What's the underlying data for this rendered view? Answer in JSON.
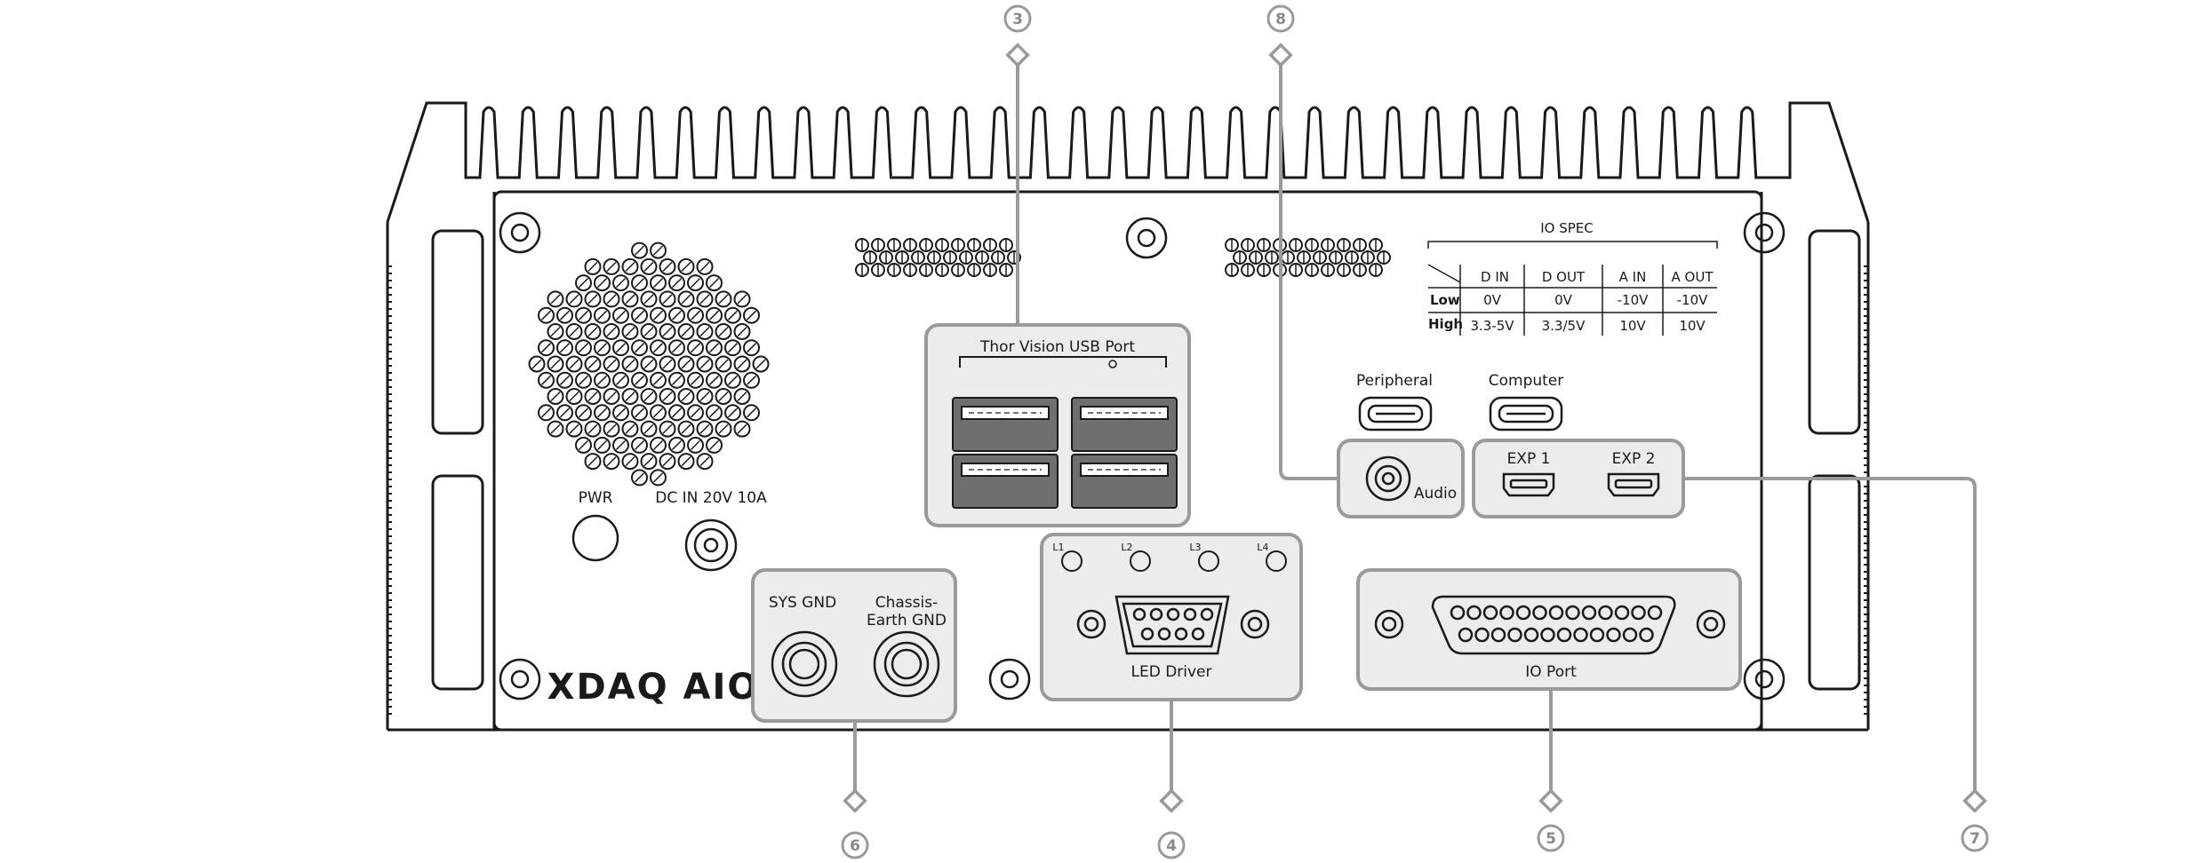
{
  "brand": "XDAQ AIO",
  "panels": {
    "usb": {
      "title": "Thor Vision USB Port"
    },
    "audio": {
      "label": "Audio"
    },
    "exp": {
      "port1": "EXP 1",
      "port2": "EXP 2"
    },
    "gnd": {
      "sys": "SYS GND",
      "chassis_line1": "Chassis-",
      "chassis_line2": "Earth GND"
    },
    "led": {
      "label": "LED Driver",
      "l1": "L1",
      "l2": "L2",
      "l3": "L3",
      "l4": "L4"
    },
    "io": {
      "label": "IO Port"
    }
  },
  "front": {
    "pwr": "PWR",
    "dcin": "DC IN 20V 10A",
    "peripheral": "Peripheral",
    "computer": "Computer"
  },
  "io_spec": {
    "title": "IO SPEC",
    "headers": [
      "D IN",
      "D OUT",
      "A IN",
      "A OUT"
    ],
    "rows": [
      {
        "label": "Low",
        "values": [
          "0V",
          "0V",
          "-10V",
          "-10V"
        ]
      },
      {
        "label": "High",
        "values": [
          "3.3-5V",
          "3.3/5V",
          "10V",
          "10V"
        ]
      }
    ]
  },
  "callouts": {
    "c3": "3",
    "c4": "4",
    "c5": "5",
    "c6": "6",
    "c7": "7",
    "c8": "8"
  },
  "colors": {
    "outline": "#1a1a1a",
    "callout": "#9a9a9a",
    "panel_fill": "#ececec"
  }
}
